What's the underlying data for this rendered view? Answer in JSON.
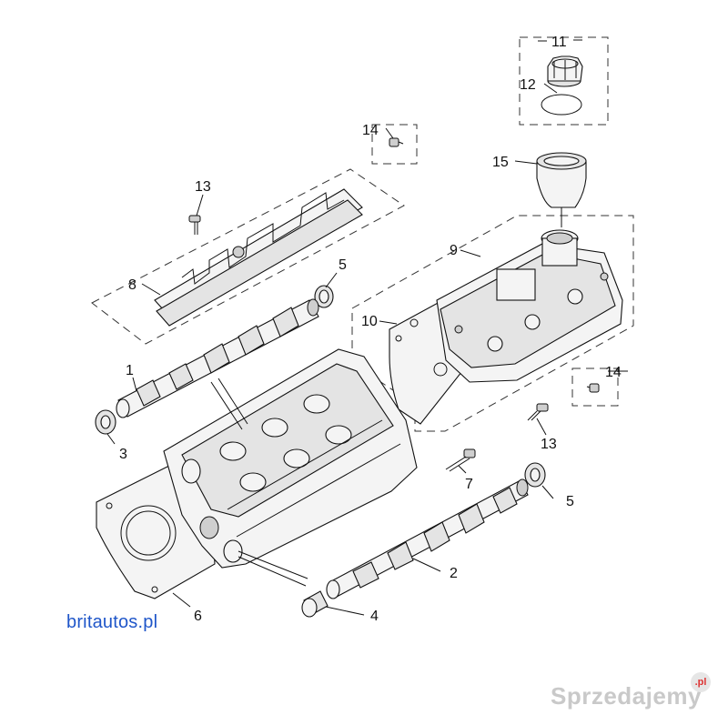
{
  "callouts": {
    "c1": "1",
    "c2": "2",
    "c3": "3",
    "c4": "4",
    "c5a": "5",
    "c5b": "5",
    "c6": "6",
    "c7": "7",
    "c8": "8",
    "c9": "9",
    "c10": "10",
    "c11": "11",
    "c12": "12",
    "c13a": "13",
    "c13b": "13",
    "c14a": "14",
    "c14b": "14",
    "c15": "15"
  },
  "site_label": "britautos.pl",
  "watermark": {
    "text": "Sprzedajemy",
    "badge": ".pl"
  },
  "colors": {
    "site_label": "#1f56c9",
    "line": "#111111",
    "watermark": "#c9c9c9"
  }
}
